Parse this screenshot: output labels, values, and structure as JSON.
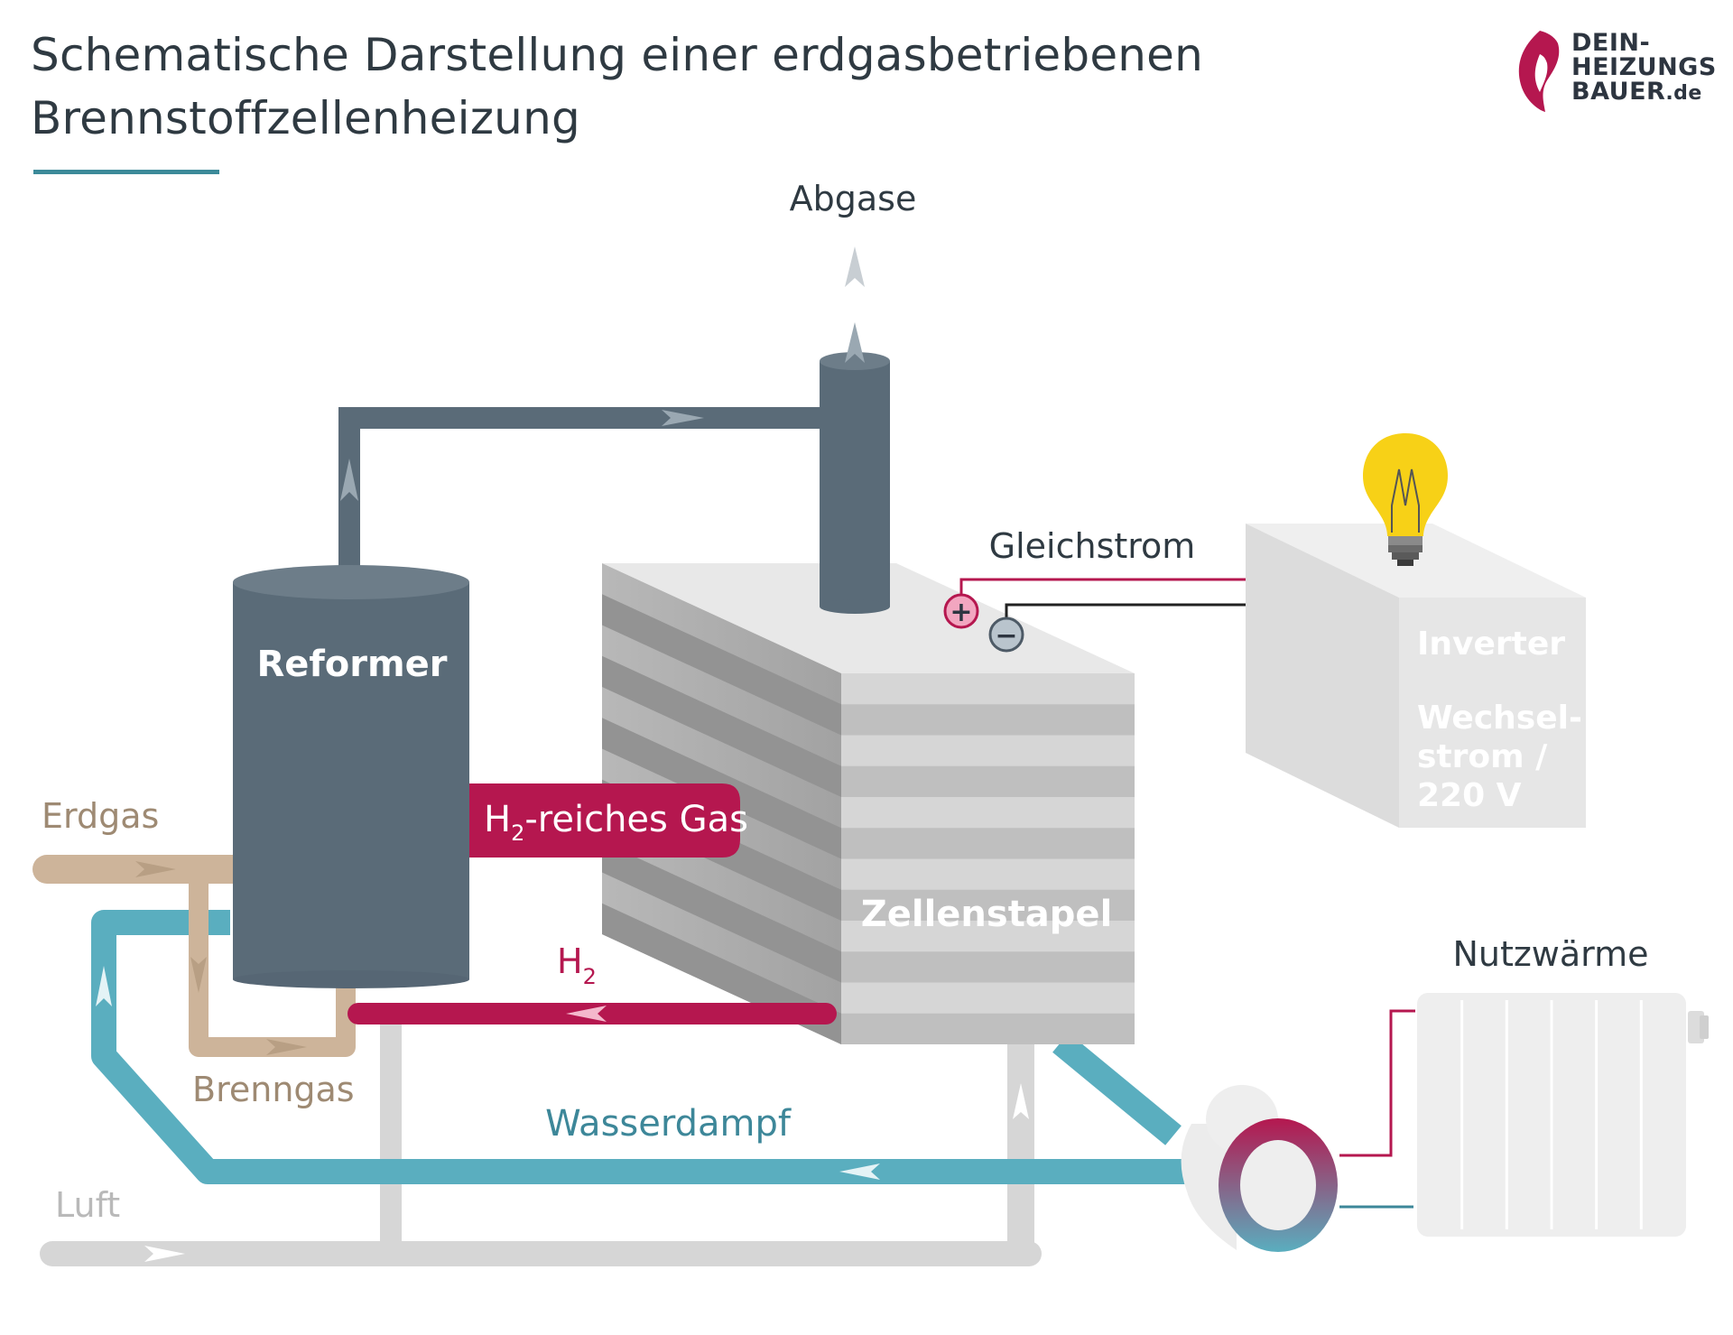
{
  "title": {
    "line1": "Schematische Darstellung einer erdgasbetriebenen",
    "line2": "Brennstoffzellenheizung"
  },
  "logo": {
    "line1": "DEIN-",
    "line2": "HEIZUNGS",
    "line3": "BAUER",
    "suffix": ".de",
    "icon": "flame-drop-icon"
  },
  "labels": {
    "abgase": "Abgase",
    "gleichstrom": "Gleichstrom",
    "reformer": "Reformer",
    "h2_rich_gas_prefix": "H",
    "h2_rich_gas_sub": "2",
    "h2_rich_gas_suffix": "-reiches Gas",
    "erdgas": "Erdgas",
    "h2": "H",
    "h2_sub": "2",
    "zellenstapel": "Zellenstapel",
    "brenngas": "Brenngas",
    "wasserdampf": "Wasserdampf",
    "luft": "Luft",
    "nutzwaerme": "Nutzwärme",
    "inverter": "Inverter",
    "wechselstrom_1": "Wechsel-",
    "wechselstrom_2": "strom /",
    "wechselstrom_3": "220 V",
    "plus": "+",
    "minus": "−"
  },
  "colors": {
    "title": "#2f3a42",
    "accent_rule": "#3c8a99",
    "reformer": "#5a6b78",
    "exhaust_pipe": "#5a6b78",
    "h2_magenta": "#b5174f",
    "steam_blue": "#5aaebf",
    "erdgas_tan": "#cdb49a",
    "air_grey": "#d4d4d4",
    "stack_light": "#d6d6d6",
    "inverter": "#e6e6e6",
    "bulb": "#f7d117",
    "radiator": "#eeeeee",
    "label_tan": "#9e8a73",
    "label_blue": "#3d8799"
  }
}
